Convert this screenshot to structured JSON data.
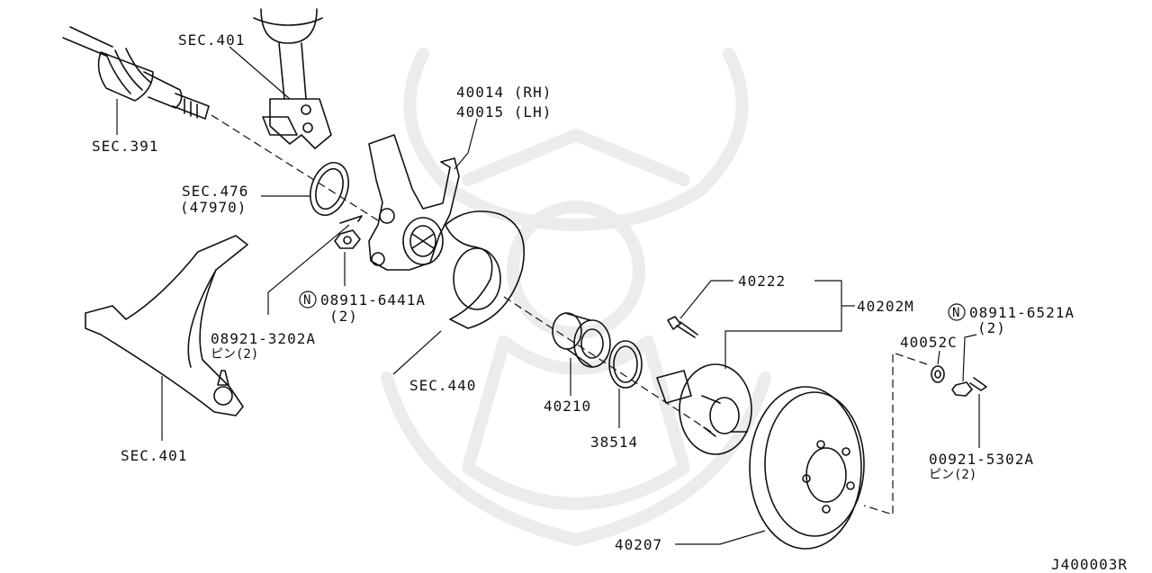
{
  "diagram_id": "J400003R",
  "labels": {
    "sec_401_top": "SEC.401",
    "sec_391": "SEC.391",
    "sec_476": "SEC.476",
    "p_47970": "(47970)",
    "p_40014": "40014 (RH)",
    "p_40015": "40015 (LH)",
    "p_08911_6441a": "08911-6441A",
    "qty_6441a": "(2)",
    "p_08921_3202a": "08921-3202A",
    "pin_3202a": "ピン(2)",
    "sec_440": "SEC.440",
    "sec_401_bottom": "SEC.401",
    "p_40222": "40222",
    "p_40202m": "40202M",
    "p_08911_6521a": "08911-6521A",
    "qty_6521a": "(2)",
    "p_40052c": "40052C",
    "p_40210": "40210",
    "p_38514": "38514",
    "p_00921_5302a": "00921-5302A",
    "pin_5302a": "ピン(2)",
    "p_40207": "40207",
    "nut_symbol": "N"
  },
  "colors": {
    "line": "#111111",
    "watermark": "#ececec"
  }
}
